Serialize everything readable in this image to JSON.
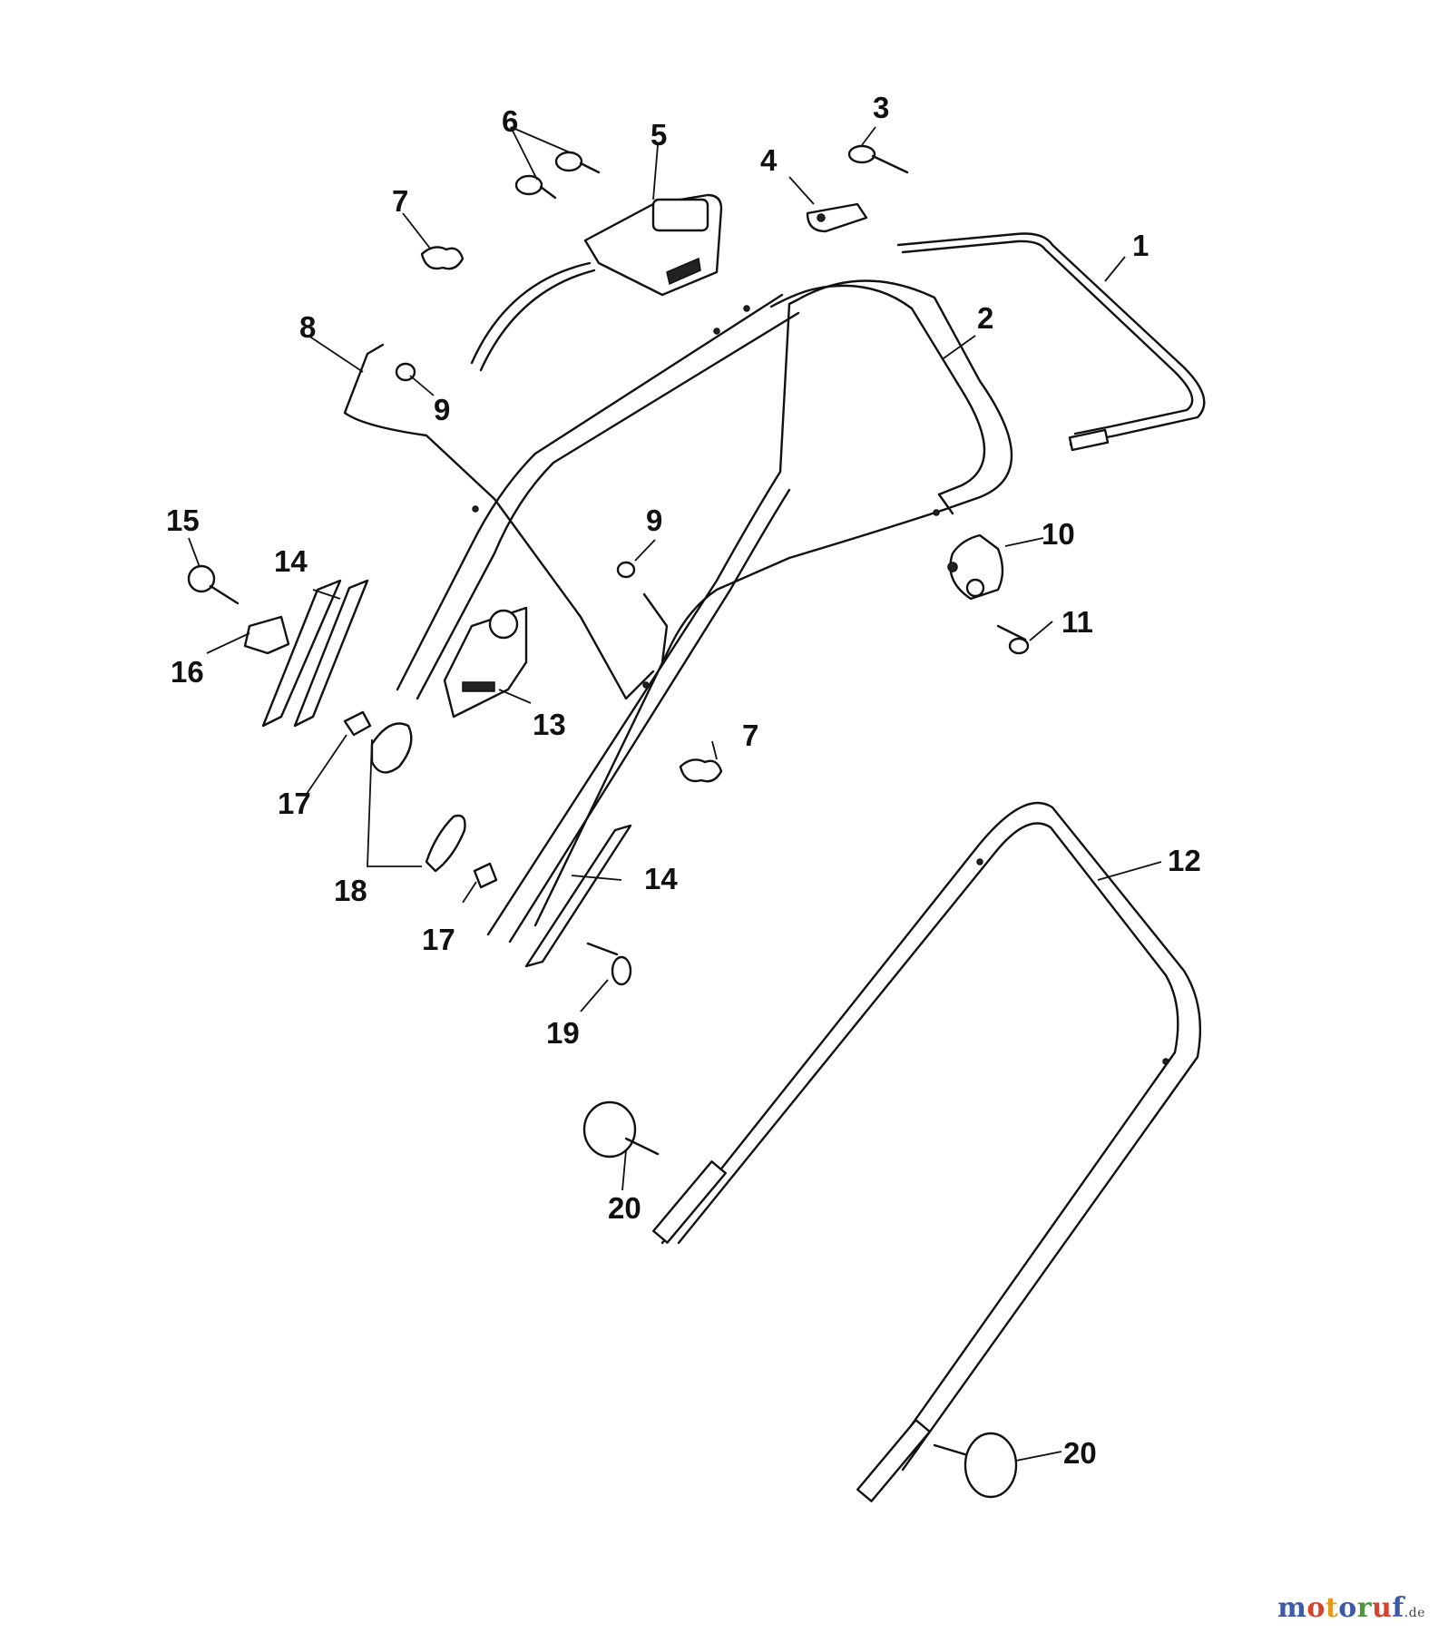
{
  "diagram": {
    "callouts": {
      "c1": "1",
      "c2": "2",
      "c3": "3",
      "c4": "4",
      "c5": "5",
      "c6": "6",
      "c7a": "7",
      "c7b": "7",
      "c8": "8",
      "c9a": "9",
      "c9b": "9",
      "c10": "10",
      "c11": "11",
      "c12": "12",
      "c13": "13",
      "c14a": "14",
      "c14b": "14",
      "c15": "15",
      "c16": "16",
      "c17a": "17",
      "c17b": "17",
      "c18": "18",
      "c19": "19",
      "c20a": "20",
      "c20b": "20"
    }
  },
  "watermark": {
    "letters": [
      "m",
      "o",
      "t",
      "o",
      "r",
      "u",
      "f"
    ],
    "letter_colors": [
      "#3d5aa8",
      "#d4452f",
      "#e39a1f",
      "#3d5aa8",
      "#4a9a3a",
      "#d4452f",
      "#3d5aa8"
    ],
    "suffix": ".de"
  }
}
